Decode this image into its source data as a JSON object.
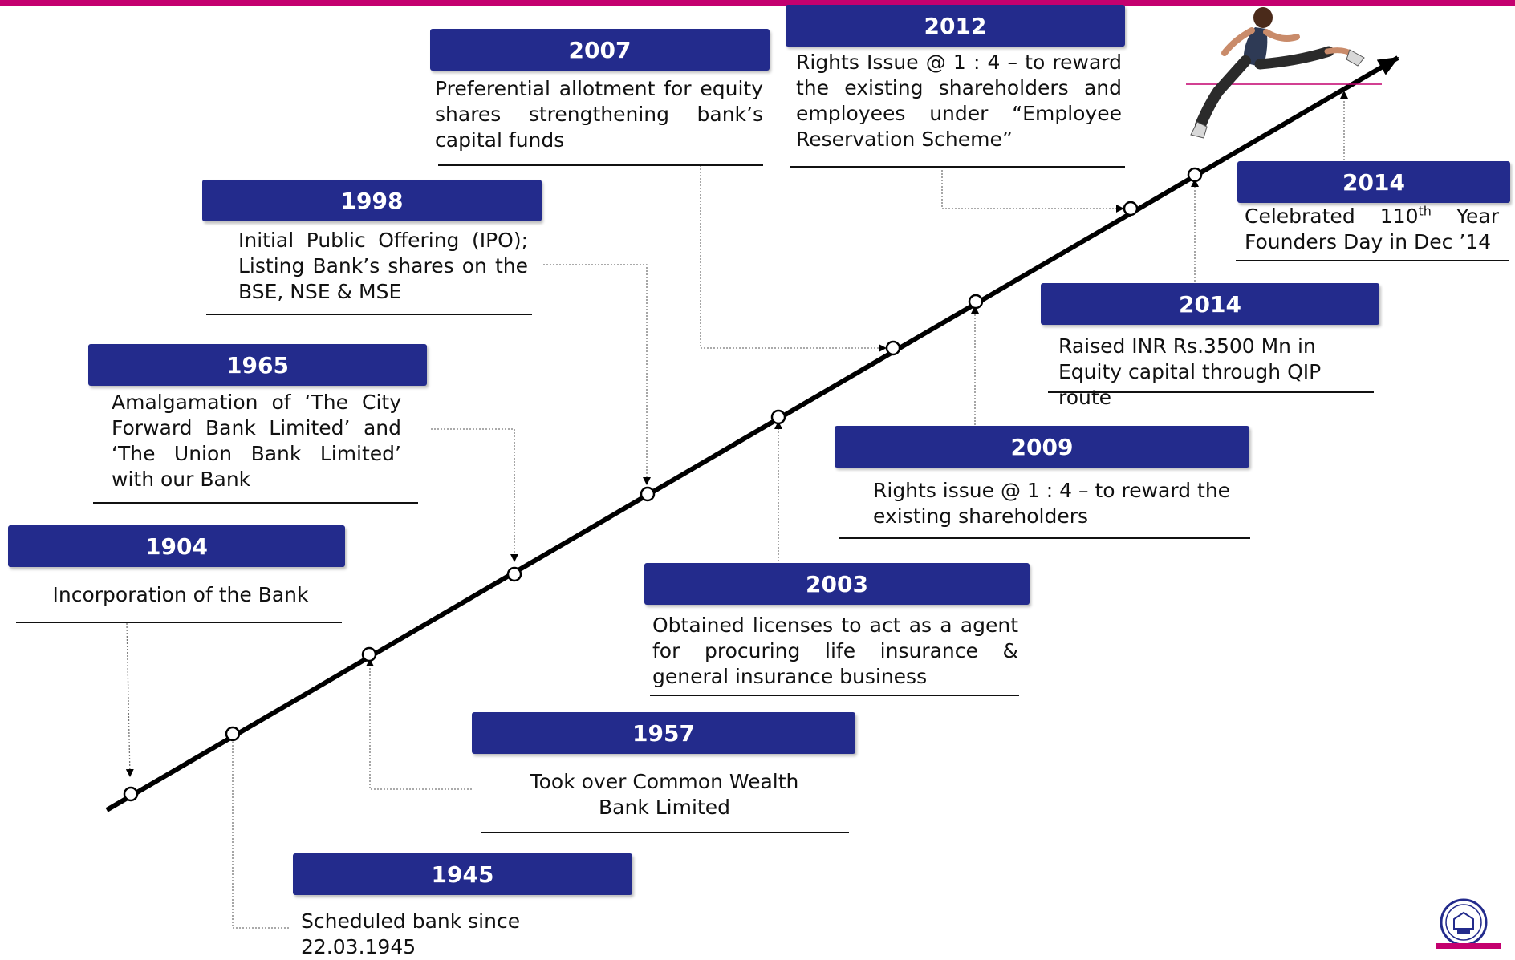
{
  "milestones": [
    {
      "year": "1904",
      "text": "Incorporation of the Bank"
    },
    {
      "year": "1945",
      "text": "Scheduled bank since 22.03.1945"
    },
    {
      "year": "1957",
      "text": "Took over  Common Wealth Bank Limited"
    },
    {
      "year": "1965",
      "text": "Amalgamation of ‘The City Forward Bank Limited’ and ‘The Union Bank Limited’ with our Bank"
    },
    {
      "year": "1998",
      "text": "Initial Public Offering (IPO); Listing Bank’s shares on the BSE, NSE & MSE"
    },
    {
      "year": "2003",
      "text": "Obtained licenses to act as a agent for procuring life insurance &  general insurance business"
    },
    {
      "year": "2007",
      "text": "Preferential allotment for equity shares strengthening bank’s capital funds"
    },
    {
      "year": "2009",
      "text": "Rights issue @ 1 : 4 – to reward the existing shareholders"
    },
    {
      "year": "2012",
      "text": "Rights Issue  @ 1 : 4 – to reward the existing shareholders and employees under “Employee Reservation Scheme”"
    },
    {
      "year": "2014",
      "text": "Raised INR Rs.3500 Mn in Equity capital through QIP route"
    },
    {
      "year": "2014",
      "text_before": "Celebrated 110",
      "text_sup": "th",
      "text_after": " Year Founders Day  in Dec ’14"
    }
  ],
  "colors": {
    "header_bg": "#232b8c",
    "top_bar": "#c4006f",
    "line": "#000000"
  },
  "icons": [
    "hurdler-image",
    "bank-logo-icon"
  ]
}
